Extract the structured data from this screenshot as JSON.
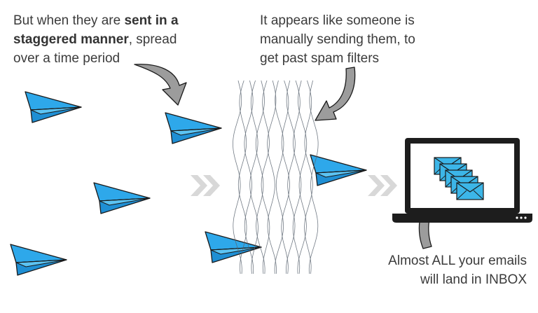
{
  "captions": {
    "left": {
      "line1_prefix": "But when they are ",
      "line1_bold": "sent in a",
      "line2_bold": "staggered manner",
      "line2_suffix": ", spread",
      "line3": "over a time period"
    },
    "middle": {
      "line1": "It appears like someone is",
      "line2": "manually sending them, to",
      "line3": "get past spam filters"
    },
    "right": {
      "line1": "Almost ALL your emails",
      "line2": "will land in INBOX"
    }
  },
  "colors": {
    "plane": "#29a3e6",
    "plane_dark": "#1b7fc0",
    "envelope": "#3cb6e8",
    "arrow_gray": "#d5d5d5",
    "laptop": "#1a1a1a",
    "pointer_arrow": "#9a9a9a"
  },
  "icons": [
    "paper-plane-icon",
    "double-chevron-icon",
    "curved-arrow-icon",
    "laptop-icon",
    "envelope-icon",
    "spam-filter-net"
  ]
}
